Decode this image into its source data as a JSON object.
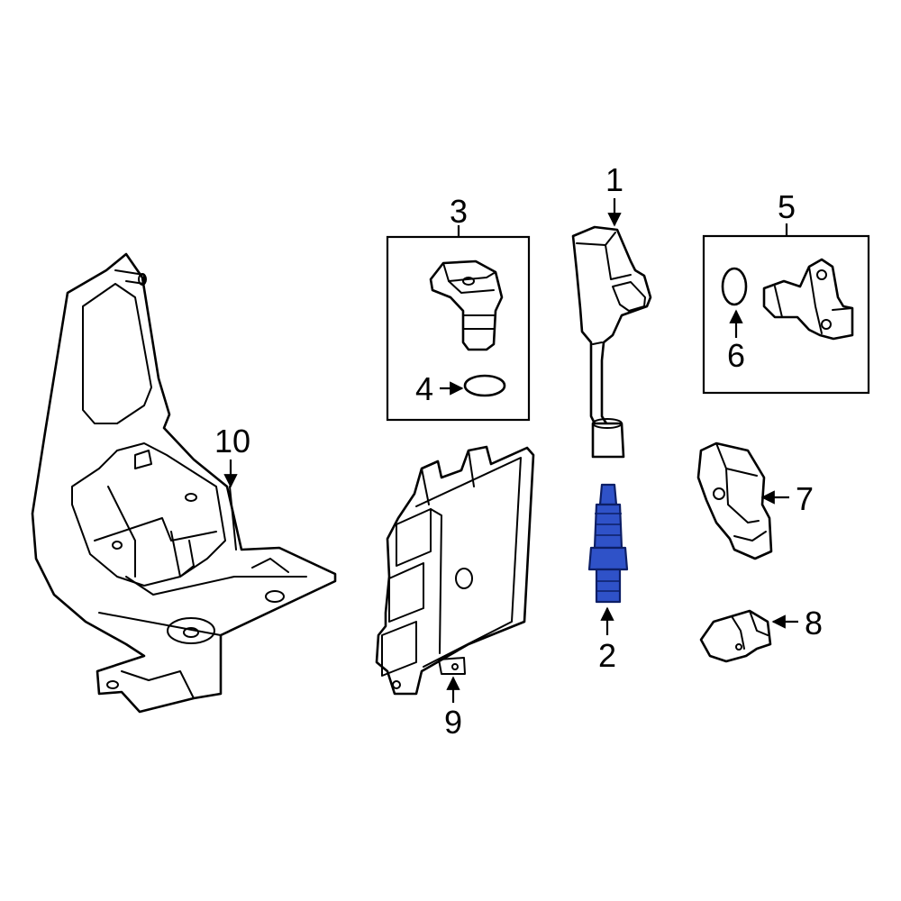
{
  "diagram": {
    "highlight_color": "#2f52c8",
    "line_color": "#000000",
    "background": "#ffffff",
    "callouts": [
      {
        "id": "1",
        "label": "1"
      },
      {
        "id": "2",
        "label": "2"
      },
      {
        "id": "3",
        "label": "3"
      },
      {
        "id": "4",
        "label": "4"
      },
      {
        "id": "5",
        "label": "5"
      },
      {
        "id": "6",
        "label": "6"
      },
      {
        "id": "7",
        "label": "7"
      },
      {
        "id": "8",
        "label": "8"
      },
      {
        "id": "9",
        "label": "9"
      },
      {
        "id": "10",
        "label": "10"
      }
    ]
  }
}
